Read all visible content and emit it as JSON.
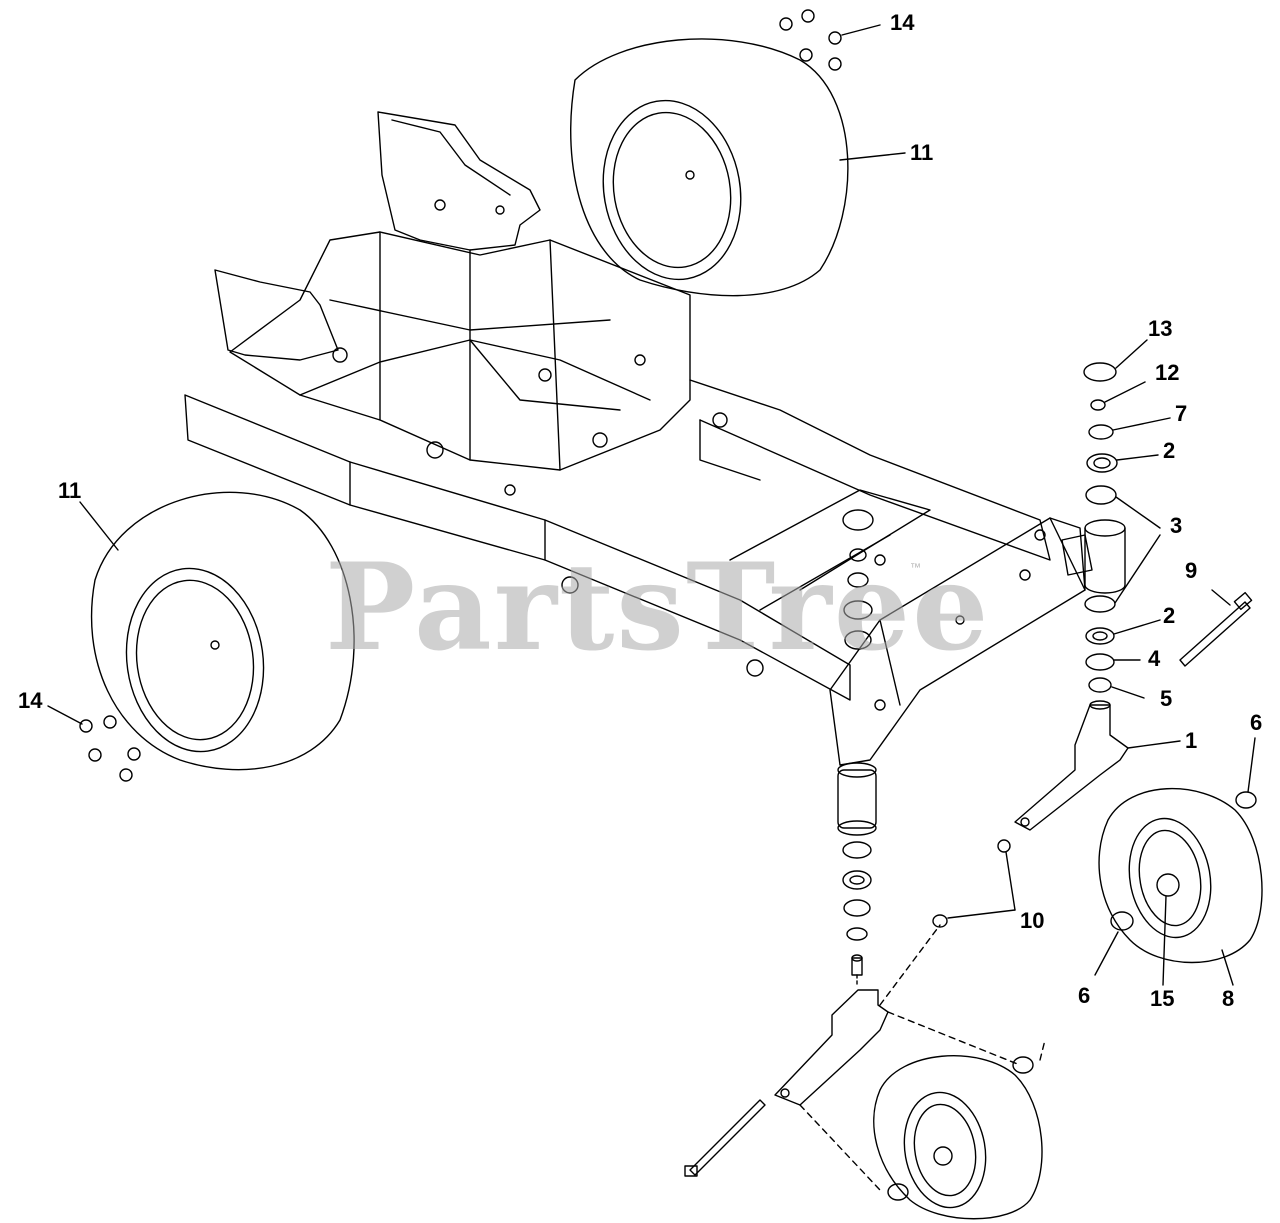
{
  "watermark": {
    "text": "PartsTree",
    "trademark": "™"
  },
  "callouts": [
    {
      "id": "c14-top",
      "label": "14"
    },
    {
      "id": "c11-top",
      "label": "11"
    },
    {
      "id": "c13",
      "label": "13"
    },
    {
      "id": "c12",
      "label": "12"
    },
    {
      "id": "c7",
      "label": "7"
    },
    {
      "id": "c2-upper",
      "label": "2"
    },
    {
      "id": "c3",
      "label": "3"
    },
    {
      "id": "c9",
      "label": "9"
    },
    {
      "id": "c2-lower",
      "label": "2"
    },
    {
      "id": "c4",
      "label": "4"
    },
    {
      "id": "c5",
      "label": "5"
    },
    {
      "id": "c1",
      "label": "1"
    },
    {
      "id": "c6-right",
      "label": "6"
    },
    {
      "id": "c11-left",
      "label": "11"
    },
    {
      "id": "c14-left",
      "label": "14"
    },
    {
      "id": "c10",
      "label": "10"
    },
    {
      "id": "c6-bottom",
      "label": "6"
    },
    {
      "id": "c15",
      "label": "15"
    },
    {
      "id": "c8",
      "label": "8"
    }
  ],
  "colors": {
    "line": "#000000",
    "background": "#ffffff",
    "watermark": "#aaaaaa"
  }
}
